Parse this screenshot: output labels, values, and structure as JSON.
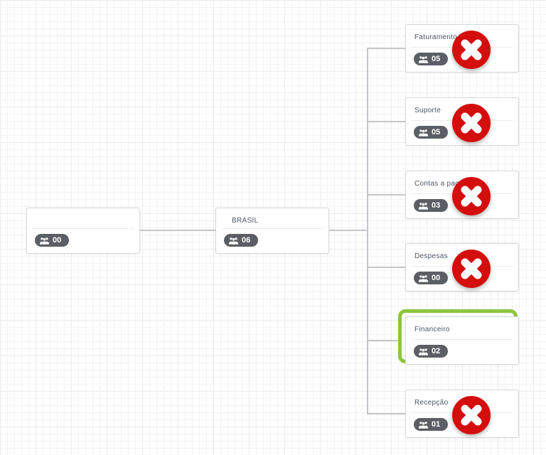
{
  "nodes": {
    "root": {
      "title": "",
      "count": "00"
    },
    "parent": {
      "title": "BRASIL",
      "count": "06"
    }
  },
  "children": [
    {
      "title": "Faturamento",
      "count": "05",
      "deletable": true,
      "selected": false
    },
    {
      "title": "Suporte",
      "count": "05",
      "deletable": true,
      "selected": false
    },
    {
      "title": "Contas a pagar",
      "count": "03",
      "deletable": true,
      "selected": false
    },
    {
      "title": "Despesas",
      "count": "00",
      "deletable": true,
      "selected": false
    },
    {
      "title": "Financeiro",
      "count": "02",
      "deletable": false,
      "selected": true
    },
    {
      "title": "Recepção",
      "count": "01",
      "deletable": true,
      "selected": false
    }
  ],
  "icons": {
    "badge": "users-group-icon",
    "delete": "x-cross-icon"
  },
  "colors": {
    "delete_red": "#d40d0d",
    "selection_green": "#8dc63f",
    "badge_gray": "#5b5e64",
    "connector_gray": "#c5c5ca",
    "title_text": "#4d5464"
  }
}
